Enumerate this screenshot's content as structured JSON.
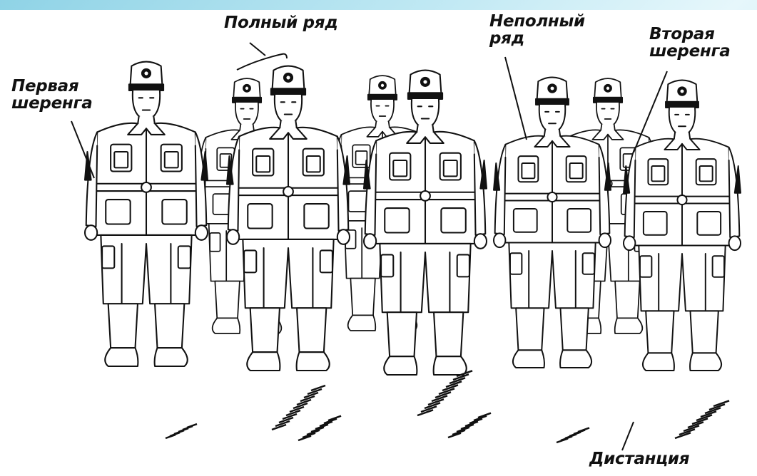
{
  "diagram": {
    "labels": {
      "first_rank": "Первая\nшеренга",
      "full_file": "Полный ряд",
      "incomplete_file": "Неполный\nряд",
      "second_rank": "Вторая\nшеренга",
      "distance": "Дистанция"
    },
    "colors": {
      "background_accent": "#8fd3e6",
      "panel": "#ffffff",
      "ink": "#111111"
    }
  }
}
